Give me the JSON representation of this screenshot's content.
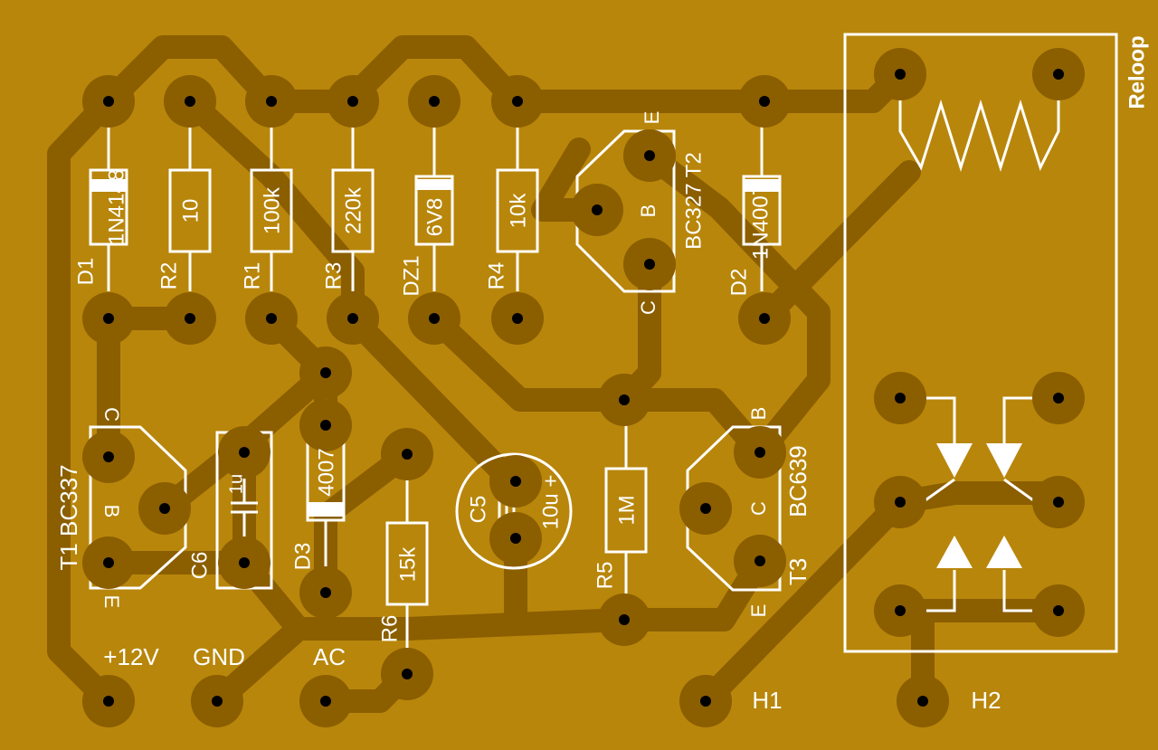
{
  "board": {
    "background": "#b8860b",
    "copper": "#8b5e00",
    "silkscreen": "#ffffff"
  },
  "parts": {
    "d1": {
      "ref": "D1",
      "value": "1N4148"
    },
    "r2": {
      "ref": "R2",
      "value": "10"
    },
    "r1": {
      "ref": "R1",
      "value": "100k"
    },
    "r3": {
      "ref": "R3",
      "value": "220k"
    },
    "dz1": {
      "ref": "DZ1",
      "value": "6V8"
    },
    "r4": {
      "ref": "R4",
      "value": "10k"
    },
    "t2": {
      "label": "BC327 T2",
      "e": "E",
      "b": "B",
      "c": "C"
    },
    "d2": {
      "ref": "D2",
      "value": "1N4007"
    },
    "relay": {
      "label": "Reloop"
    },
    "t1": {
      "label": "T1 BC337",
      "c": "C",
      "b": "B",
      "e": "E"
    },
    "c6": {
      "ref": "C6",
      "value": "1u"
    },
    "d3": {
      "ref": "D3",
      "value": "4007"
    },
    "c5": {
      "ref": "C5",
      "value": "10u +"
    },
    "r5": {
      "ref": "R5",
      "value": "1M"
    },
    "t3": {
      "label": "BC639",
      "ref": "T3",
      "b": "B",
      "c": "C",
      "e": "E"
    },
    "r6": {
      "ref": "R6",
      "value": "15k"
    }
  },
  "connectors": {
    "plus12v": "+12V",
    "gnd": "GND",
    "ac": "AC",
    "h1": "H1",
    "h2": "H2"
  }
}
